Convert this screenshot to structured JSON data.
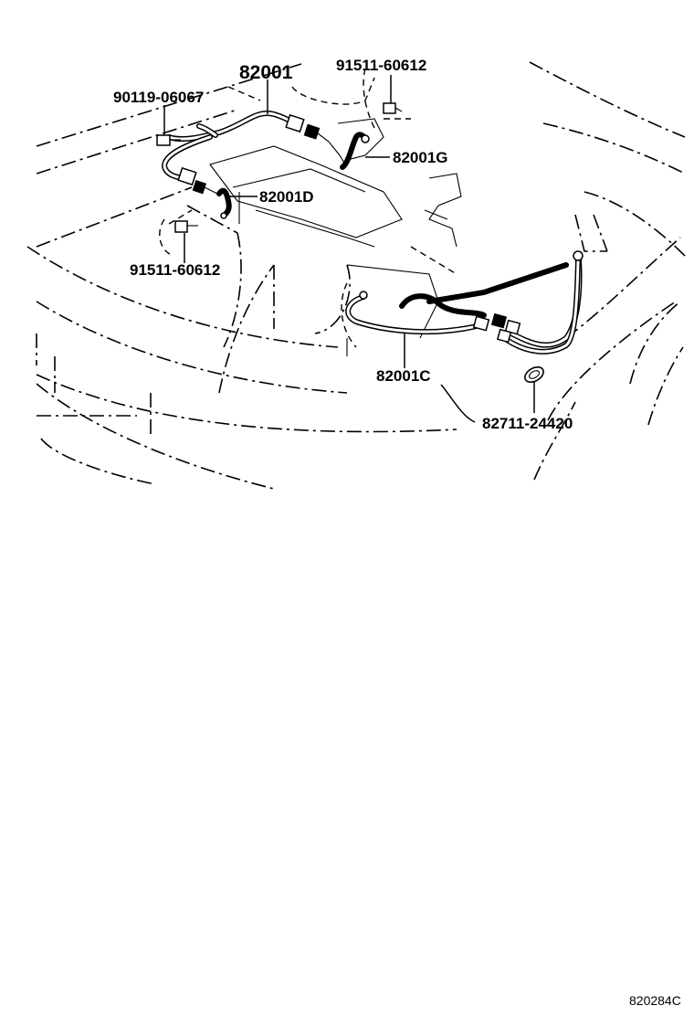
{
  "diagram": {
    "labels": {
      "part_82001": "82001",
      "part_91511_top": "91511-60612",
      "part_90119": "90119-06067",
      "part_82001g": "82001G",
      "part_82001d": "82001D",
      "part_91511_left": "91511-60612",
      "part_82001c": "82001C",
      "part_82711": "82711-24420"
    },
    "drawing_id": "820284C",
    "icons": [
      "bolt-icon",
      "clamp-icon",
      "connector-icon",
      "wire-harness-icon"
    ]
  }
}
